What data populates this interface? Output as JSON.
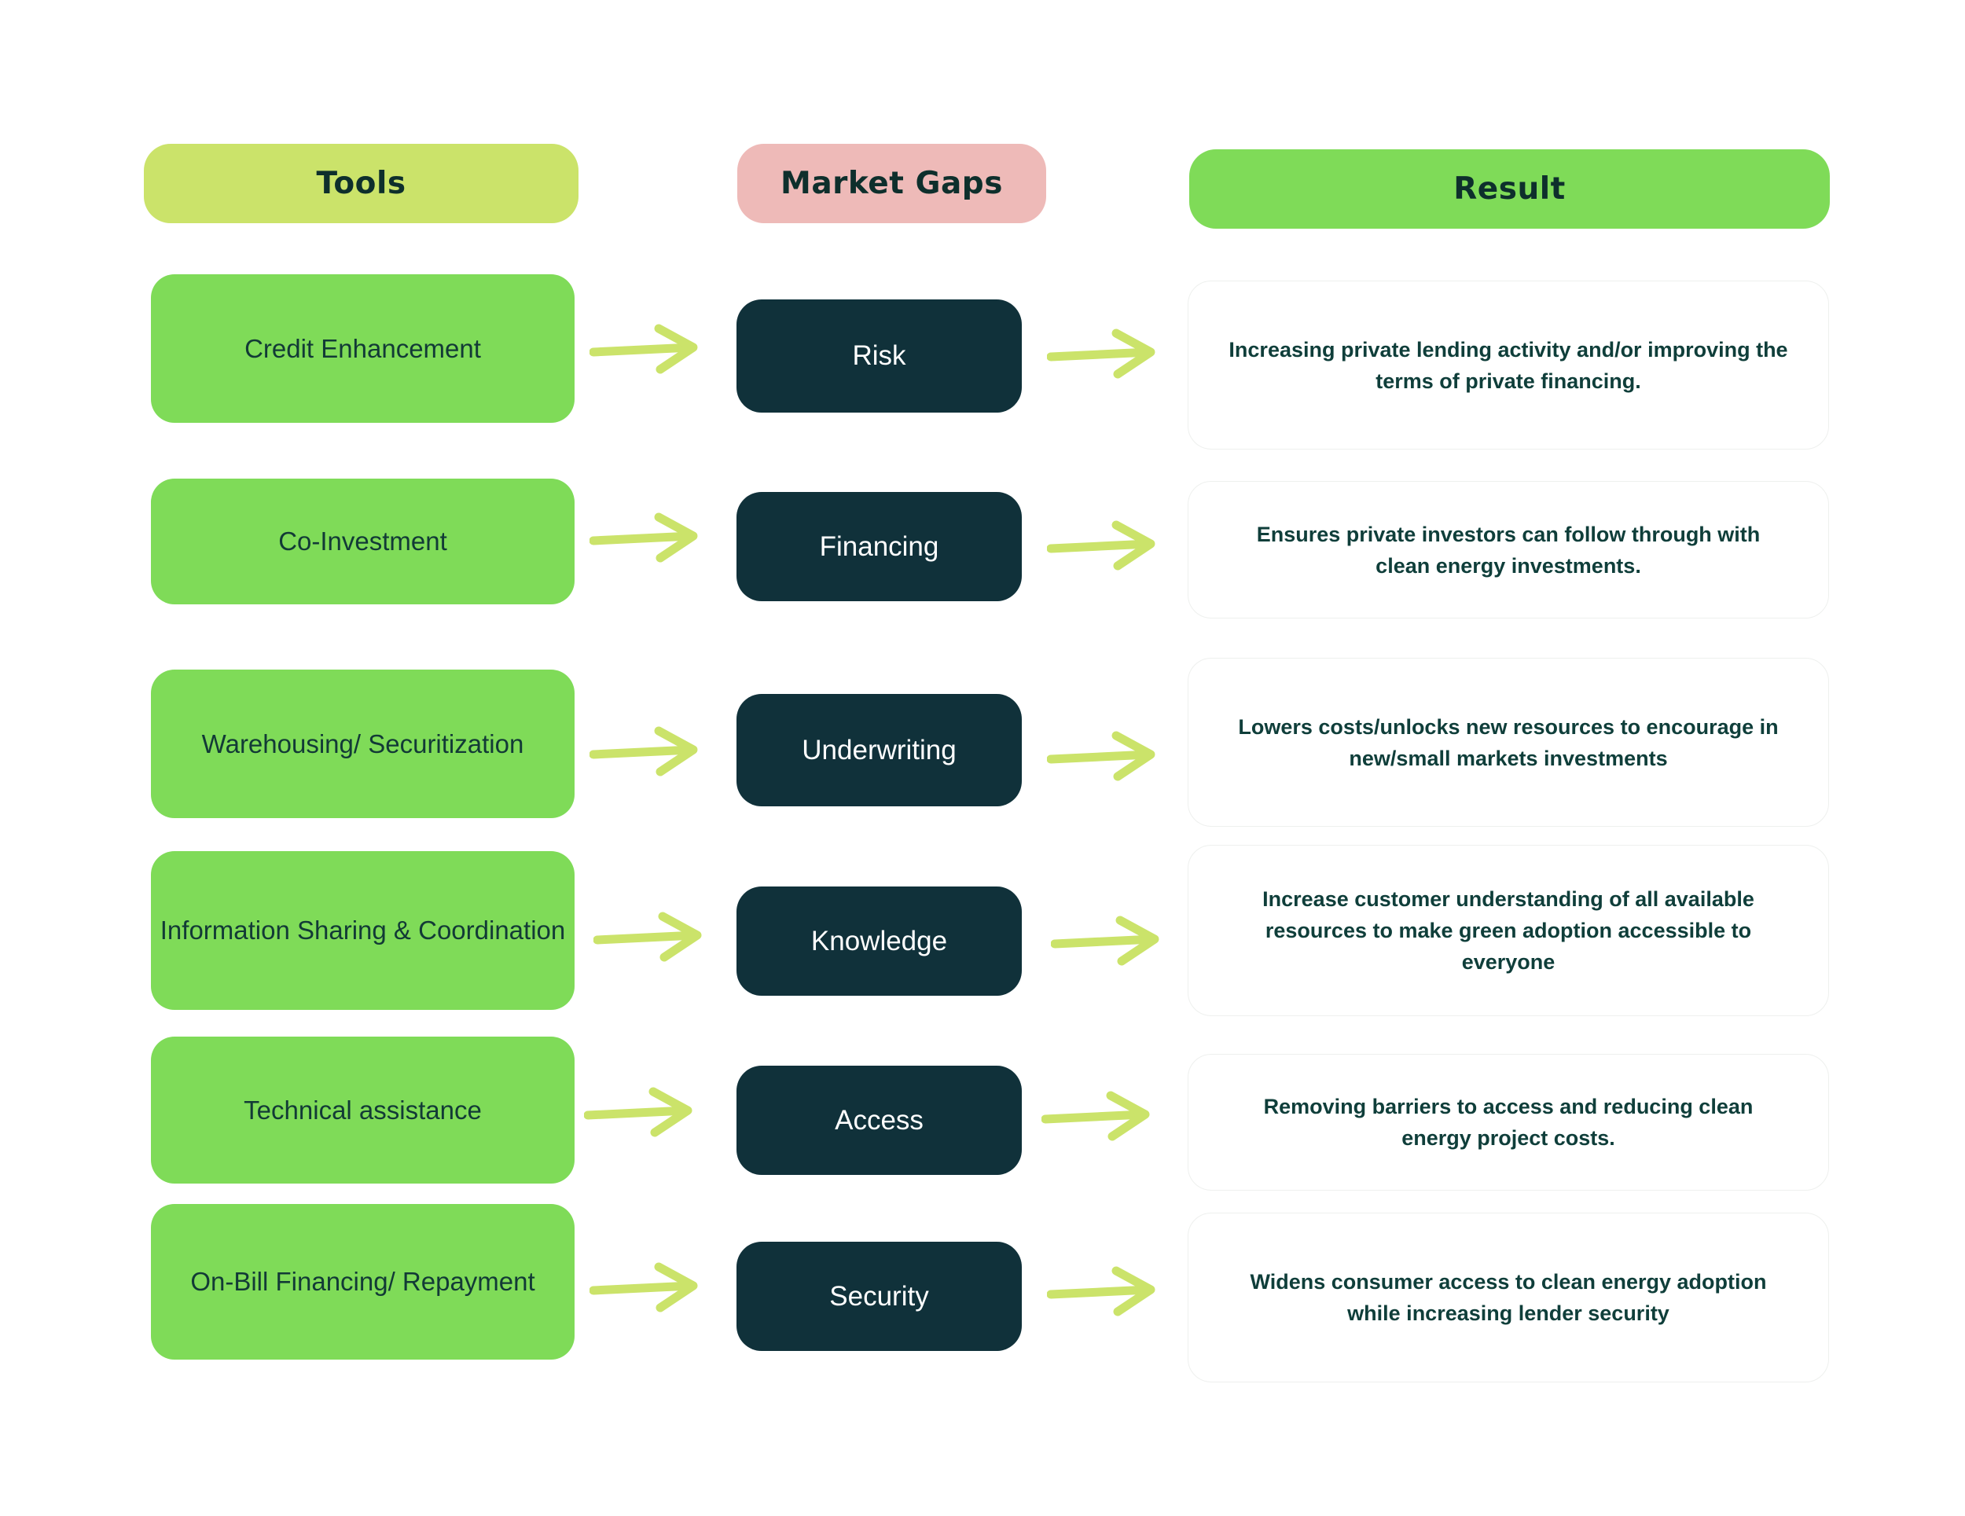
{
  "headers": {
    "tools": "Tools",
    "market_gaps": "Market Gaps",
    "result": "Result"
  },
  "rows": [
    {
      "tool": "Credit Enhancement",
      "gap": "Risk",
      "result": "Increasing private lending activity and/or improving the terms of private financing."
    },
    {
      "tool": "Co-Investment",
      "gap": "Financing",
      "result": "Ensures private investors can follow through with clean energy investments."
    },
    {
      "tool": "Warehousing/ Securitization",
      "gap": "Underwriting",
      "result": "Lowers costs/unlocks new resources to encourage in new/small markets investments"
    },
    {
      "tool": "Information Sharing & Coordination",
      "gap": "Knowledge",
      "result": "Increase customer understanding of all available resources to make green adoption accessible to everyone"
    },
    {
      "tool": "Technical assistance",
      "gap": "Access",
      "result": "Removing barriers to access and reducing clean energy project costs."
    },
    {
      "tool": "On-Bill Financing/ Repayment",
      "gap": "Security",
      "result": "Widens consumer access to clean energy adoption while increasing lender security"
    }
  ],
  "colors": {
    "tools_header": "#cbe36a",
    "gaps_header": "#eebab8",
    "result_header": "#7fdb58",
    "tool_box": "#7fdb58",
    "gap_box": "#10313a",
    "arrow": "#cbe36a",
    "text_dark": "#0e2f2c"
  },
  "icons": {
    "arrow": "arrow-right-icon"
  }
}
